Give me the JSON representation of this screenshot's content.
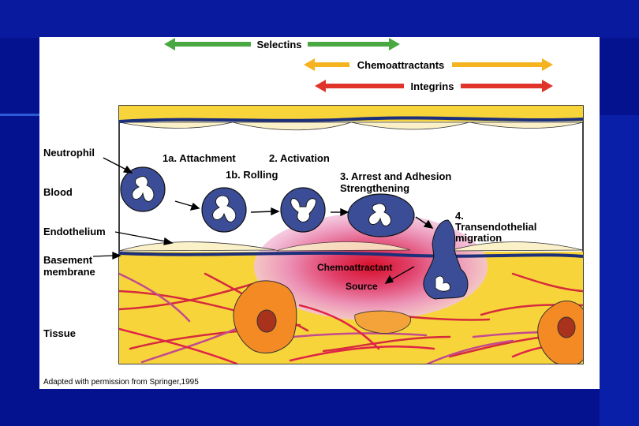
{
  "arrows": {
    "selectins": "Selectins",
    "chemoattractants": "Chemoattractants",
    "integrins": "Integrins"
  },
  "labels": {
    "neutrophil": "Neutrophil",
    "blood": "Blood",
    "endothelium": "Endothelium",
    "basement_line1": "Basement",
    "basement_line2": "membrane",
    "tissue": "Tissue"
  },
  "steps": {
    "attachment": "1a. Attachment",
    "rolling": "1b. Rolling",
    "activation": "2. Activation",
    "arrest_line1": "3. Arrest and Adhesion",
    "arrest_line2": "Strengthening",
    "trans_line1": "4.",
    "trans_line2": "Transendothelial",
    "trans_line3": "migration"
  },
  "source": {
    "line1": "Chemoattractant",
    "line2": "Source"
  },
  "credit": "Adapted with permission from Springer,1995",
  "colors": {
    "selectins": "#4aa843",
    "chemoattractants": "#f4b31f",
    "integrins": "#e0342b",
    "cell": "#3b4d96",
    "tissue": "#f7d53a",
    "endothelium": "#1c2f7a",
    "background": "#05128f"
  }
}
